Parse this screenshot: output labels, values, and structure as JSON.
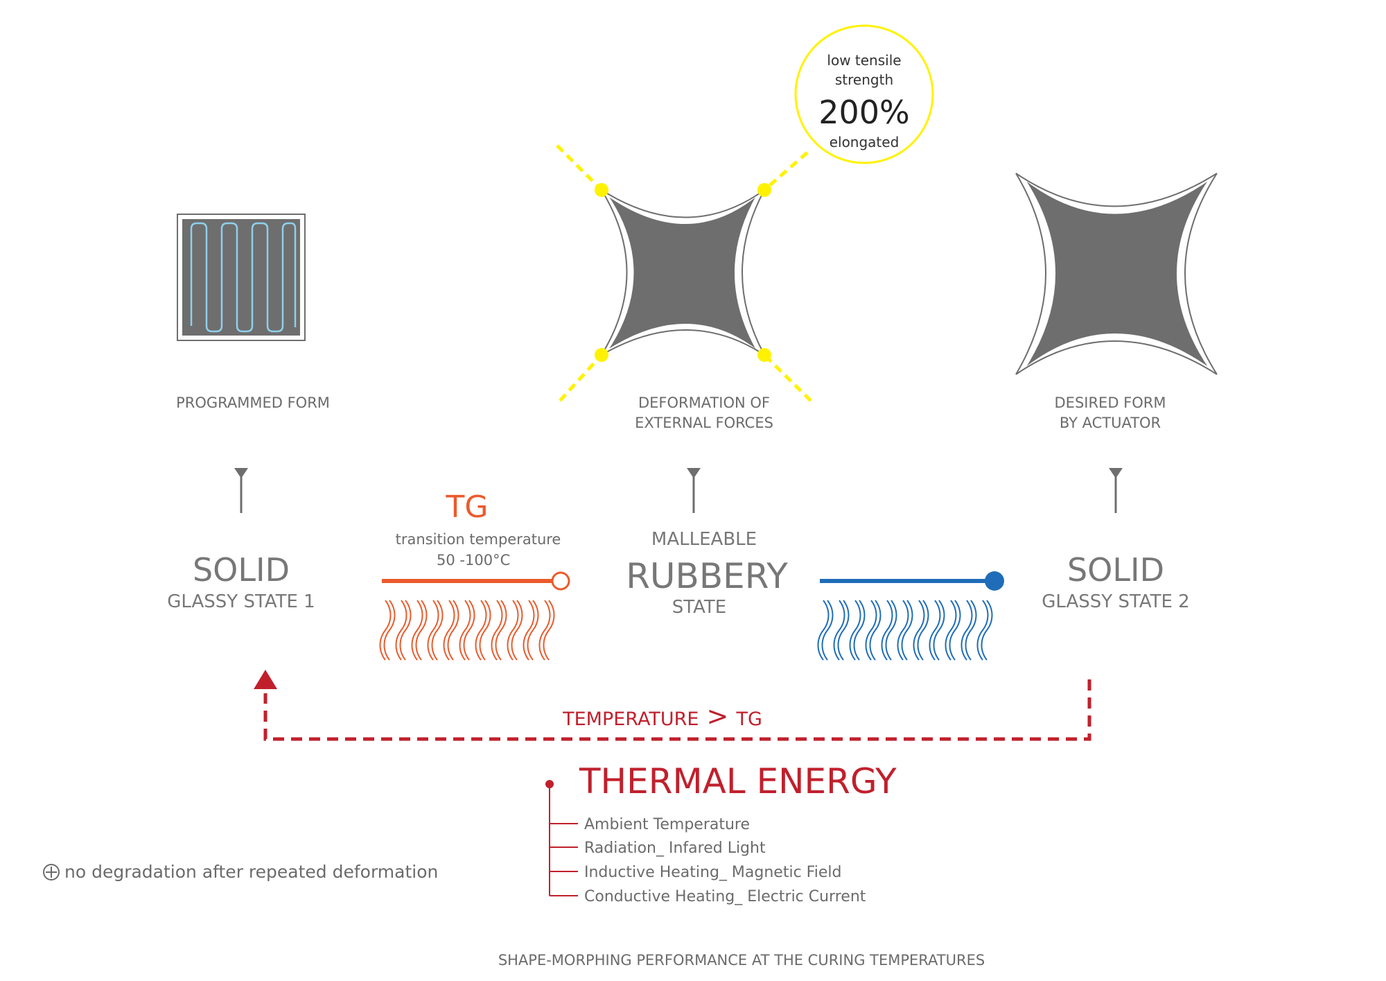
{
  "colors": {
    "grey": "#6e6e6e",
    "orange": "#ea5b2c",
    "blue": "#1f6db8",
    "red": "#c0202c",
    "yellow": "#fff200",
    "coil": "#8fd0ec"
  },
  "stages": {
    "programmed_form": "PROGRAMMED FORM",
    "deformation": [
      "DEFORMATION OF",
      "EXTERNAL FORCES"
    ],
    "desired_form": [
      "DESIRED FORM",
      "BY ACTUATOR"
    ]
  },
  "callout": {
    "line1": "low tensile",
    "line2": "strength",
    "value": "200%",
    "line3": "elongated"
  },
  "states": {
    "solid1": {
      "title": "SOLID",
      "sub": "GLASSY STATE 1"
    },
    "rubbery": {
      "pre": "MALLEABLE",
      "title": "RUBBERY",
      "sub": "STATE"
    },
    "solid2": {
      "title": "SOLID",
      "sub": "GLASSY STATE 2"
    }
  },
  "tg": {
    "title": "TG",
    "desc": "transition temperature",
    "range": "50 -100",
    "unit": "°C"
  },
  "loop": {
    "label": "TEMPERATURE",
    "symbol": ">",
    "suffix": "TG"
  },
  "thermal": {
    "title": "THERMAL ENERGY",
    "items": [
      "Ambient Temperature",
      "Radiation_ Infared Light",
      "Inductive Heating_ Magnetic Field",
      "Conductive Heating_ Electric Current"
    ]
  },
  "note": {
    "icon": "plus-circle-icon",
    "text": "no degradation after repeated deformation"
  },
  "caption": "SHAPE-MORPHING PERFORMANCE AT THE CURING TEMPERATURES"
}
